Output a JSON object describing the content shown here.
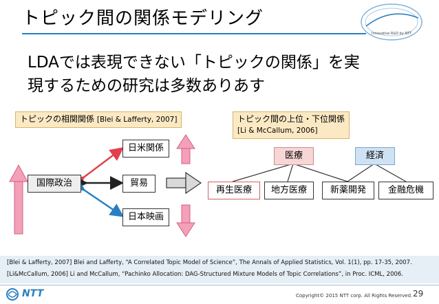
{
  "slide": {
    "title": "トピック間の関係モデリング",
    "lead": "LDAでは表現できない「トピックの関係」を実現するための研究は多数ありあす",
    "lead_line1": "LDAでは表現できない「トピックの関係」を実",
    "lead_line2": "現するための研究は多数ありあす",
    "logo_caption": "Innovative R&D by NTT"
  },
  "left_panel": {
    "label": "トピックの相関関係",
    "ref": "[Blei & Lafferty, 2007]",
    "center_node": "国際政治",
    "nodes": [
      "日米関係",
      "貿易",
      "日本映画"
    ]
  },
  "right_panel": {
    "label": "トピック間の上位・下位関係",
    "ref": "[Li & McCallum, 2006]",
    "parents": [
      "医療",
      "経済"
    ],
    "children": [
      "再生医療",
      "地方医療",
      "新薬開発",
      "金融危機"
    ]
  },
  "footer": {
    "ref1": "[Blei & Lafferty, 2007] Blei and Lafferty, “A Correlated Topic Model of Science”, The Annals of Applied Statistics, Vol. 1(1), pp. 17-35, 2007.",
    "ref2": "[Li&McCallum, 2006] Li and McCallum, “Pachinko Allocation: DAG-Structured Mixture Models of Topic Correlations”, in Proc. ICML, 2006.",
    "copyright": "Copyright© 2015 NTT corp. All Rights Reserved.",
    "page": "29",
    "brand": "NTT"
  },
  "colors": {
    "accent": "#2a7fc1",
    "red_arrow": "#e0404a",
    "blue_arrow": "#2a7fc1",
    "pink_arrow": "#f3a0b8"
  }
}
